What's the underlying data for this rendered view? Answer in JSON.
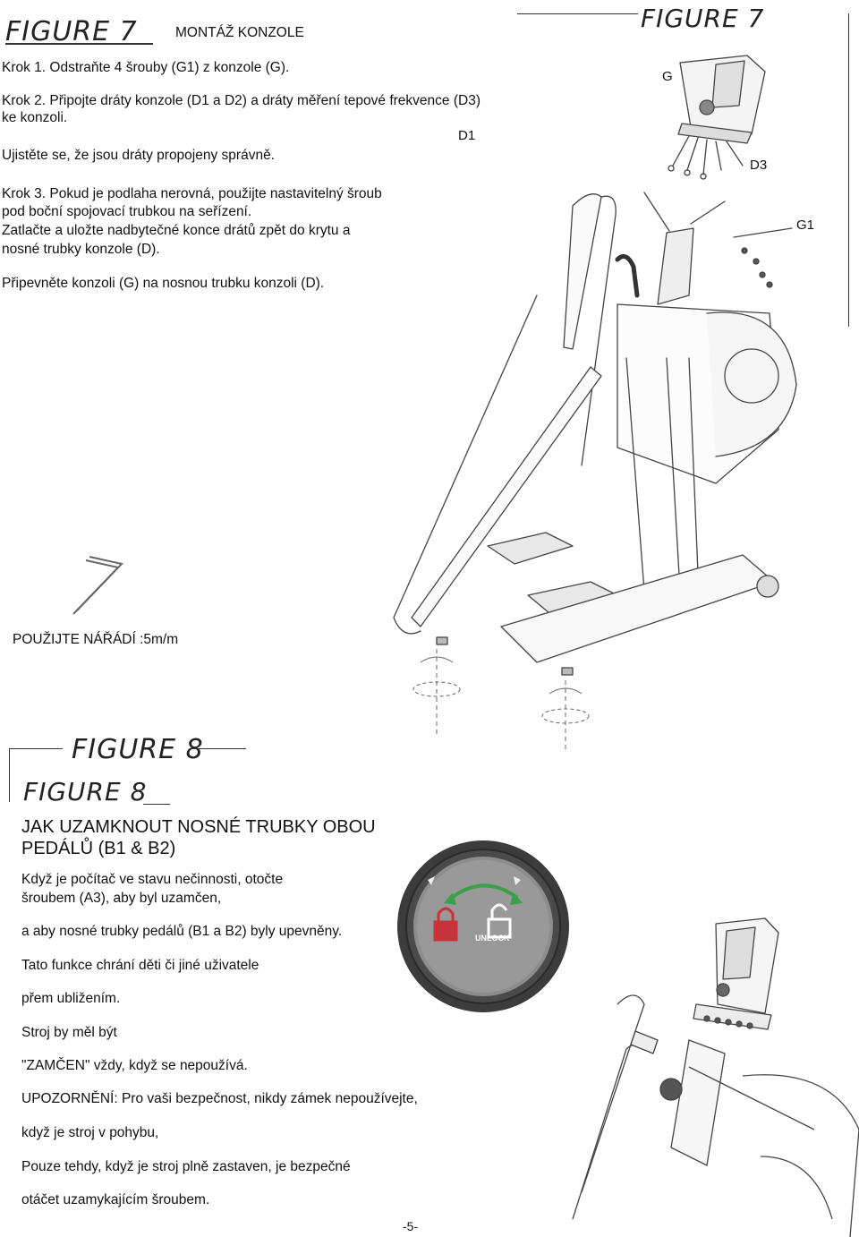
{
  "figure7": {
    "fig_label": "FIGURE 7",
    "title": "MONTÁŽ KONZOLE",
    "steps": [
      "Krok 1. Odstraňte 4 šrouby (G1) z konzole (G).",
      "Krok 2. Připojte dráty konzole (D1 a D2) a dráty měření tepové frekvence (D3)",
      "ke konzoli.",
      "Ujistěte se, že jsou dráty propojeny správně.",
      "Krok 3. Pokud je podlaha nerovná, použijte nastavitelný šroub",
      "pod boční spojovací trubkou na seřízení.",
      "Zatlačte a uložte nadbytečné konce drátů zpět do krytu a",
      "nosné trubky konzole (D).",
      "Připevněte konzoli (G) na nosnou trubku konzoli (D)."
    ],
    "callouts": {
      "d1": "D1",
      "g": "G",
      "d3": "D3",
      "g1": "G1"
    },
    "tool_text": "POUŽIJTE NÁŘÁDÍ :5m/m",
    "fig_label_right": "FIGURE 7"
  },
  "figure8": {
    "fig_label_top": "FIGURE 8",
    "fig_label": "FIGURE 8",
    "heading_line1": "JAK UZAMKNOUT NOSNÉ TRUBKY OBOU",
    "heading_line2": "PEDÁLŮ (B1 & B2)",
    "para_lines": [
      "Když je počítač ve stavu nečinnosti, otočte",
      "šroubem (A3), aby byl uzamčen,",
      "a aby nosné trubky pedálů (B1 a B2) byly upevněny.",
      "Tato funkce chrání děti či jiné uživatele",
      "přem ubližením.",
      "Stroj by měl být",
      "\"ZAMČEN\" vždy, když se nepoužívá.",
      "UPOZORNĚNÍ: Pro vaši bezpečnost, nikdy zámek nepoužívejte,",
      "když je stroj v pohybu,",
      "Pouze tehdy, když je stroj plně zastaven, je bezpečné",
      "otáčet uzamykajícím šroubem."
    ],
    "lock_label": "LOCK",
    "unlock_label": "UNLOCK"
  },
  "page_number": "-5-",
  "colors": {
    "lock_red": "#c8323a",
    "arrow_green": "#3aa04a",
    "knob_dark": "#3c3c3c"
  }
}
